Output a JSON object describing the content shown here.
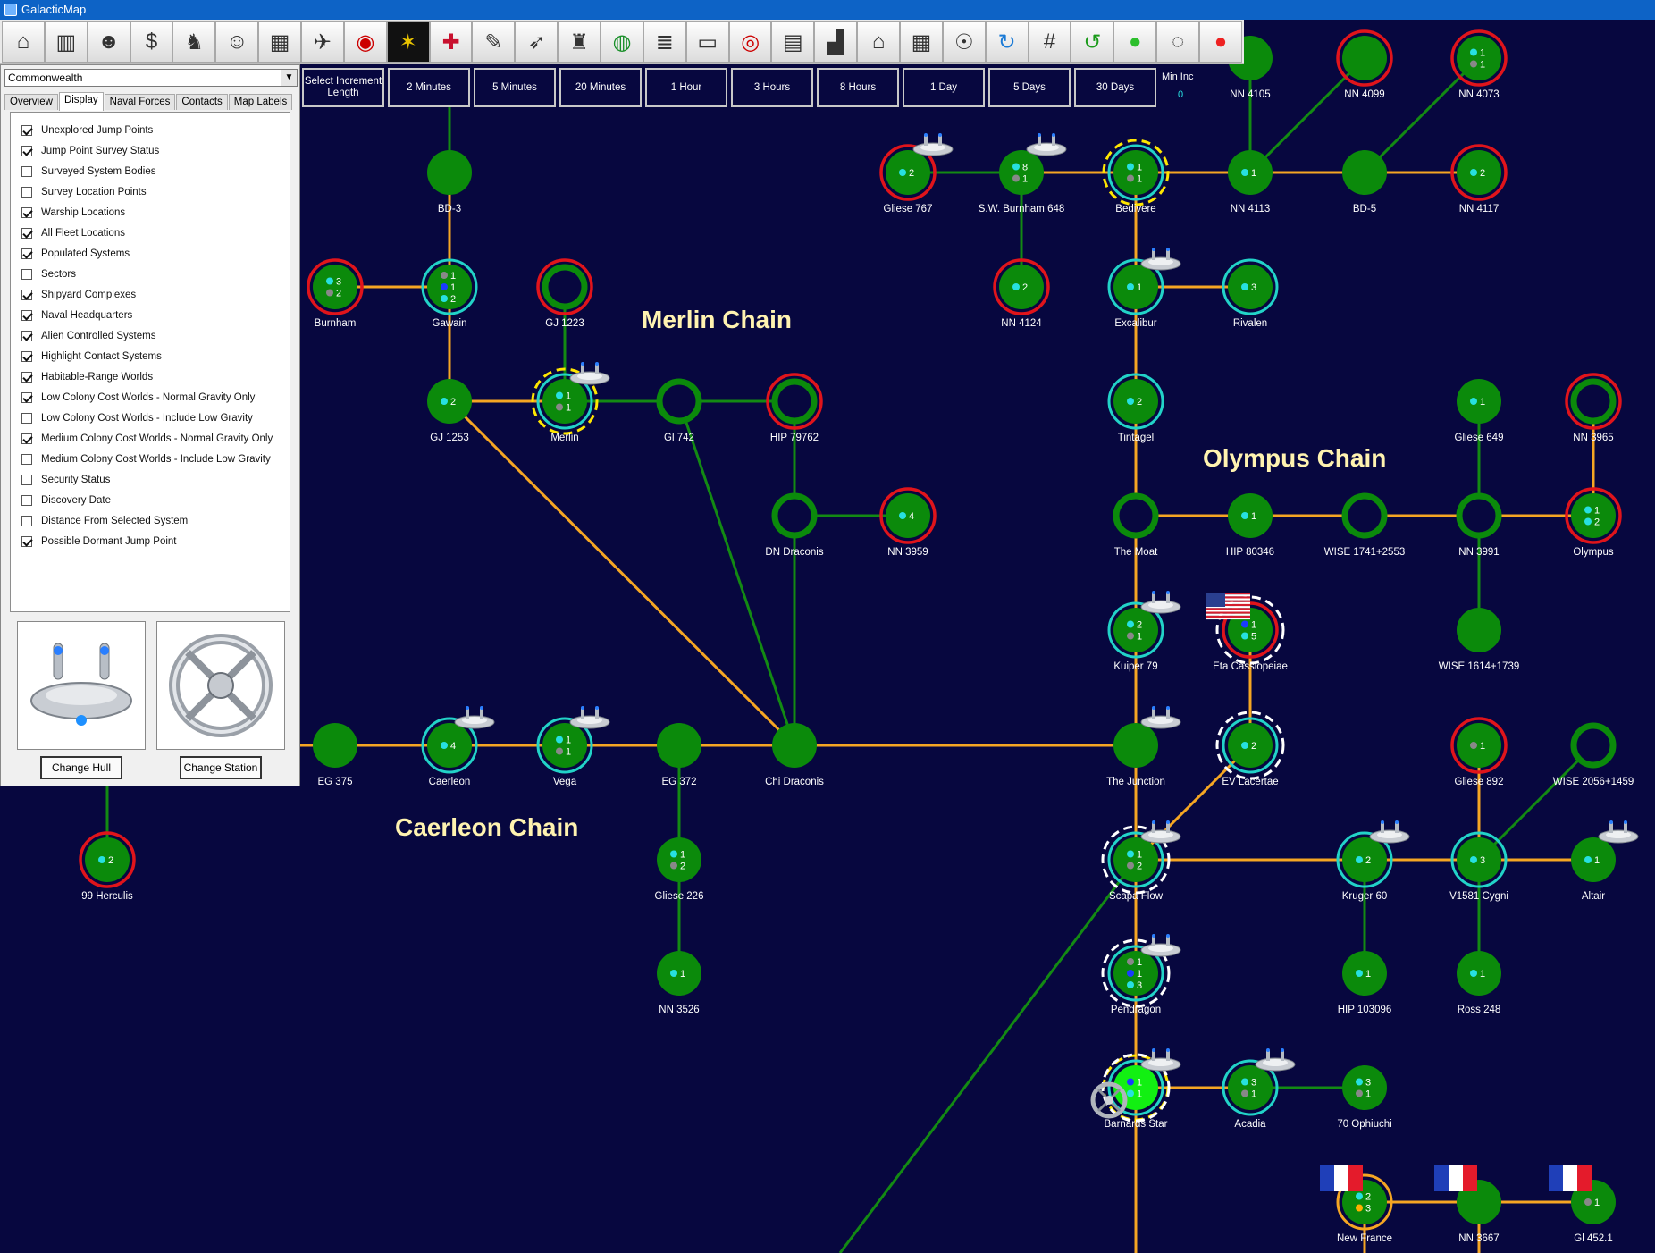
{
  "window": {
    "title": "GalacticMap"
  },
  "toolbar": {
    "icons": [
      "home-icon",
      "skyscraper-icon",
      "people-icon",
      "money-bag-icon",
      "walker-icon",
      "officer-icon",
      "blueprint-icon",
      "starship-icon",
      "radar-icon",
      "star-system-icon",
      "union-jack-icon",
      "notepad-icon",
      "missile-icon",
      "artillery-icon",
      "globe-icon",
      "database-icon",
      "screen-icon",
      "eye-icon",
      "circuit-icon",
      "factory-icon",
      "capitol-icon",
      "calendar-icon",
      "alien-icon",
      "refresh-icon",
      "grid-icon",
      "undo-icon",
      "green-globe-icon",
      "glass-globe-icon",
      "red-button-icon"
    ]
  },
  "sidepanel": {
    "race": "Commonwealth",
    "tabs": [
      "Overview",
      "Display",
      "Naval Forces",
      "Contacts",
      "Map Labels"
    ],
    "active_tab": "Display",
    "options": [
      {
        "label": "Unexplored Jump Points",
        "checked": true
      },
      {
        "label": "Jump Point Survey Status",
        "checked": true
      },
      {
        "label": "Surveyed System Bodies",
        "checked": false
      },
      {
        "label": "Survey Location Points",
        "checked": false
      },
      {
        "label": "Warship Locations",
        "checked": true
      },
      {
        "label": "All Fleet Locations",
        "checked": true
      },
      {
        "label": "Populated Systems",
        "checked": true
      },
      {
        "label": "Sectors",
        "checked": false
      },
      {
        "label": "Shipyard Complexes",
        "checked": true
      },
      {
        "label": "Naval Headquarters",
        "checked": true
      },
      {
        "label": "Alien Controlled Systems",
        "checked": true
      },
      {
        "label": "Highlight Contact Systems",
        "checked": true
      },
      {
        "label": "Habitable-Range Worlds",
        "checked": true
      },
      {
        "label": "Low Colony Cost Worlds - Normal Gravity Only",
        "checked": true
      },
      {
        "label": "Low Colony Cost Worlds - Include Low Gravity",
        "checked": false
      },
      {
        "label": "Medium Colony Cost Worlds - Normal Gravity Only",
        "checked": true
      },
      {
        "label": "Medium Colony Cost Worlds - Include Low Gravity",
        "checked": false
      },
      {
        "label": "Security Status",
        "checked": false
      },
      {
        "label": "Discovery Date",
        "checked": false
      },
      {
        "label": "Distance From Selected System",
        "checked": false
      },
      {
        "label": "Possible Dormant Jump Point",
        "checked": true
      }
    ],
    "change_hull": "Change Hull",
    "change_station": "Change Station"
  },
  "increments": {
    "select_label": "Select Increment Length",
    "buttons": [
      "2 Minutes",
      "5 Minutes",
      "20 Minutes",
      "1 Hour",
      "3 Hours",
      "8 Hours",
      "1 Day",
      "5 Days",
      "30 Days"
    ],
    "min_inc_label": "Min Inc",
    "min_inc_value": "0"
  },
  "colors": {
    "background": "#07073f",
    "system_fill": "#0b8a0b",
    "home_fill": "#12f012",
    "lane_orange": "#f5a623",
    "lane_green": "#138a13",
    "ring_red": "#e0141b",
    "ring_cyan": "#22d3c8",
    "ring_yellow": "#ffe600",
    "chain_label": "#fff3b0"
  },
  "map": {
    "chain_labels": [
      {
        "id": "merlin",
        "text": "Merlin Chain"
      },
      {
        "id": "olympus",
        "text": "Olympus Chain"
      },
      {
        "id": "caerleon",
        "text": "Caerleon Chain"
      }
    ],
    "systems": [
      {
        "id": "bd3",
        "name": "BD-3"
      },
      {
        "id": "burnham",
        "name": "Burnham",
        "counts": [
          "3",
          "2"
        ]
      },
      {
        "id": "gawain",
        "name": "Gawain",
        "counts": [
          "1",
          "1",
          "2"
        ]
      },
      {
        "id": "gj1223",
        "name": "GJ 1223"
      },
      {
        "id": "gj1253",
        "name": "GJ 1253",
        "counts": [
          "2"
        ]
      },
      {
        "id": "merlin",
        "name": "Merlin",
        "counts": [
          "1",
          "1"
        ]
      },
      {
        "id": "gl742",
        "name": "Gl 742"
      },
      {
        "id": "hip79762",
        "name": "HIP 79762"
      },
      {
        "id": "dndraconis",
        "name": "DN Draconis"
      },
      {
        "id": "nn3959",
        "name": "NN 3959",
        "counts": [
          "4"
        ]
      },
      {
        "id": "eg375",
        "name": "EG 375"
      },
      {
        "id": "caerleon",
        "name": "Caerleon",
        "counts": [
          "4"
        ]
      },
      {
        "id": "vega",
        "name": "Vega",
        "counts": [
          "1",
          "1"
        ]
      },
      {
        "id": "eg372",
        "name": "EG 372"
      },
      {
        "id": "chidraconis",
        "name": "Chi Draconis"
      },
      {
        "id": "gliese226",
        "name": "Gliese 226",
        "counts": [
          "1",
          "2"
        ]
      },
      {
        "id": "nn3526",
        "name": "NN 3526",
        "counts": [
          "1"
        ]
      },
      {
        "id": "herculis",
        "name": "99 Herculis",
        "counts": [
          "2"
        ]
      },
      {
        "id": "gliese767",
        "name": "Gliese 767",
        "counts": [
          "2"
        ]
      },
      {
        "id": "swburnham",
        "name": "S.W. Burnham 648",
        "counts": [
          "8",
          "1"
        ]
      },
      {
        "id": "nn4124",
        "name": "NN 4124",
        "counts": [
          "2"
        ]
      },
      {
        "id": "bedivere",
        "name": "Bedivere",
        "counts": [
          "1",
          "1"
        ]
      },
      {
        "id": "nn4105",
        "name": "NN 4105"
      },
      {
        "id": "nn4099",
        "name": "NN 4099"
      },
      {
        "id": "nn4073",
        "name": "NN 4073",
        "counts": [
          "1",
          "1"
        ]
      },
      {
        "id": "nn4113",
        "name": "NN 4113",
        "counts": [
          "1"
        ]
      },
      {
        "id": "bd5",
        "name": "BD-5"
      },
      {
        "id": "nn4117",
        "name": "NN 4117",
        "counts": [
          "2"
        ]
      },
      {
        "id": "excalibur",
        "name": "Excalibur",
        "counts": [
          "1"
        ]
      },
      {
        "id": "rivalen",
        "name": "Rivalen",
        "counts": [
          "3"
        ]
      },
      {
        "id": "tintagel",
        "name": "Tintagel",
        "counts": [
          "2"
        ]
      },
      {
        "id": "gliese649",
        "name": "Gliese 649",
        "counts": [
          "1"
        ]
      },
      {
        "id": "nn3965",
        "name": "NN 3965"
      },
      {
        "id": "themoat",
        "name": "The Moat"
      },
      {
        "id": "hip80346",
        "name": "HIP 80346",
        "counts": [
          "1"
        ]
      },
      {
        "id": "wise1741",
        "name": "WISE 1741+2553"
      },
      {
        "id": "nn3991",
        "name": "NN 3991"
      },
      {
        "id": "olympus",
        "name": "Olympus",
        "counts": [
          "1",
          "2"
        ]
      },
      {
        "id": "kuiper79",
        "name": "Kuiper 79",
        "counts": [
          "2",
          "1"
        ]
      },
      {
        "id": "etacas",
        "name": "Eta Cassiopeiae",
        "counts": [
          "1",
          "5"
        ]
      },
      {
        "id": "wise1614",
        "name": "WISE 1614+1739"
      },
      {
        "id": "junction",
        "name": "The Junction"
      },
      {
        "id": "evlac",
        "name": "EV Lacertae",
        "counts": [
          "2"
        ]
      },
      {
        "id": "gliese892",
        "name": "Gliese 892",
        "counts": [
          "1"
        ]
      },
      {
        "id": "wise2056",
        "name": "WISE 2056+1459"
      },
      {
        "id": "scapa",
        "name": "Scapa Flow",
        "counts": [
          "1",
          "2"
        ]
      },
      {
        "id": "kruger60",
        "name": "Kruger 60",
        "counts": [
          "2"
        ]
      },
      {
        "id": "v1581",
        "name": "V1581 Cygni",
        "counts": [
          "3"
        ]
      },
      {
        "id": "altair",
        "name": "Altair",
        "counts": [
          "1"
        ]
      },
      {
        "id": "hip103096",
        "name": "HIP 103096",
        "counts": [
          "1"
        ]
      },
      {
        "id": "ross248",
        "name": "Ross 248",
        "counts": [
          "1"
        ]
      },
      {
        "id": "pendragon",
        "name": "Pendragon",
        "counts": [
          "1",
          "1",
          "3"
        ]
      },
      {
        "id": "barnard",
        "name": "Barnards Star",
        "counts": [
          "1",
          "1"
        ]
      },
      {
        "id": "acadia",
        "name": "Acadia",
        "counts": [
          "3",
          "1"
        ]
      },
      {
        "id": "ophiuchi",
        "name": "70 Ophiuchi",
        "counts": [
          "3",
          "1"
        ]
      },
      {
        "id": "newfrance",
        "name": "New France",
        "counts": [
          "2",
          "3"
        ]
      },
      {
        "id": "nn3667",
        "name": "NN 3667"
      },
      {
        "id": "gl4521",
        "name": "Gl 452.1",
        "counts": [
          "1"
        ]
      }
    ]
  }
}
